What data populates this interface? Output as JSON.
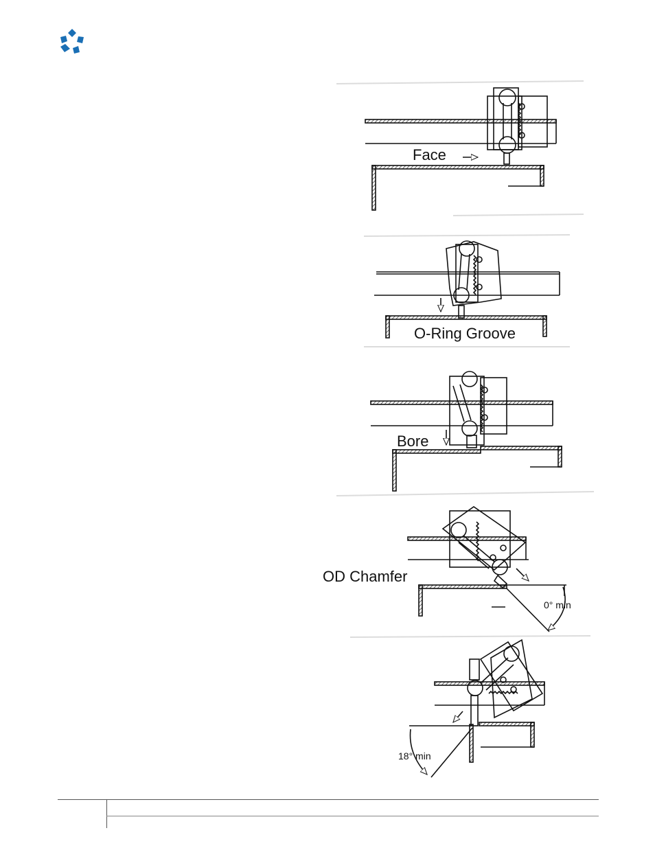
{
  "header": {
    "logo_icon": "company-logo-icon",
    "brand_color": "#1a6fb5"
  },
  "figures": [
    {
      "label": "Face",
      "arrow_direction": "right"
    },
    {
      "label": "O-Ring Groove",
      "arrow_direction": "down"
    },
    {
      "label": "Bore",
      "arrow_direction": "down"
    },
    {
      "label": "OD Chamfer",
      "angle_label": "0° min",
      "arrow_direction": "down-right"
    },
    {
      "angle_label": "18° min",
      "arrow_direction": "down-left"
    }
  ]
}
